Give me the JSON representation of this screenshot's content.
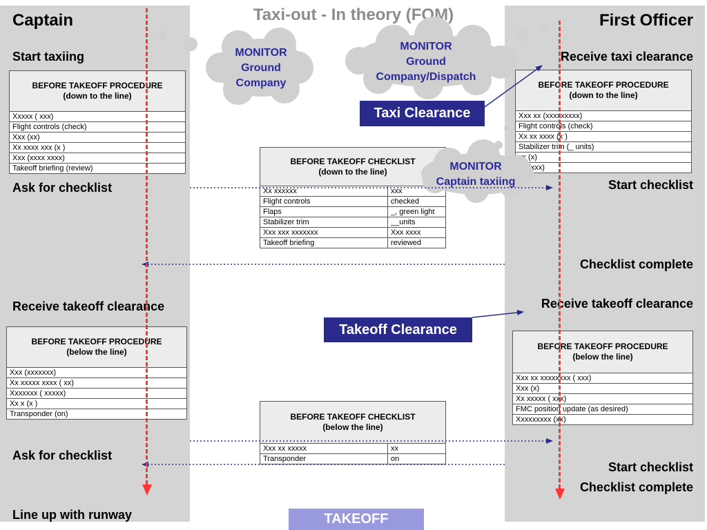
{
  "title": "Taxi-out - In theory (FOM)",
  "colors": {
    "column_bg": "#d4d4d4",
    "red_dash": "#ff3333",
    "blue_box": "#2a2a8c",
    "cloud_text": "#2a2a9c",
    "takeoff_bg": "#9999dd"
  },
  "captain": {
    "header": "Captain",
    "start_taxiing": "Start taxiing",
    "ask_checklist_1": "Ask for checklist",
    "receive_takeoff": "Receive takeoff clearance",
    "ask_checklist_2": "Ask for checklist",
    "line_up": "Line up with runway",
    "proc_above": {
      "title_1": "BEFORE TAKEOFF PROCEDURE",
      "title_2": "(down to the line)",
      "items": [
        "Xxxxx  ( xxx)",
        "Flight controls (check)",
        "Xxx (xx)",
        "Xx xxxx  xxx (x )",
        "Xxx (xxxx  xxxx)",
        "Takeoff briefing (review)"
      ]
    },
    "proc_below": {
      "title_1": "BEFORE TAKEOFF PROCEDURE",
      "title_2": "(below the line)",
      "items": [
        "Xxx (xxxxxxx)",
        "Xx xxxxx  xxxx ( xx)",
        "Xxxxxxx ( xxxxx)",
        "Xx x (x )",
        "Transponder (on)"
      ]
    }
  },
  "first_officer": {
    "header": "First Officer",
    "receive_taxi": "Receive taxi clearance",
    "start_checklist_1": "Start checklist",
    "checklist_complete_1": "Checklist complete",
    "receive_takeoff": "Receive takeoff clearance",
    "start_checklist_2": "Start checklist",
    "checklist_complete_2": "Checklist complete",
    "proc_above": {
      "title_1": "BEFORE TAKEOFF PROCEDURE",
      "title_2": "(down to the line)",
      "items": [
        "Xxx xx (xxxxxxxxx)",
        "Flight controls (check)",
        "Xx xx xxxx (x )",
        "Stabilizer trim (_ units)",
        "xx (x)",
        "xx (xxx)"
      ]
    },
    "proc_below": {
      "title_1": "BEFORE TAKEOFF PROCEDURE",
      "title_2": "(below the line)",
      "items": [
        "Xxx xx xxxxxxxx (  xxx)",
        "Xxx (x)",
        "Xx xxxxx ( xxx)",
        "FMC position update (as desired)",
        "Xxxxxxxxx (xx)"
      ]
    }
  },
  "clouds": {
    "ground": {
      "l1": "MONITOR",
      "l2": "Ground",
      "l3": "Company"
    },
    "dispatch": {
      "l1": "MONITOR",
      "l2": "Ground",
      "l3": "Company/Dispatch"
    },
    "captain_taxi": {
      "l1": "MONITOR",
      "l2": "Captain taxiing"
    }
  },
  "taxi_clearance": "Taxi Clearance",
  "takeoff_clearance": "Takeoff Clearance",
  "takeoff": "TAKEOFF",
  "checklist_above": {
    "title_1": "BEFORE TAKEOFF CHECKLIST",
    "title_2": "(down to the line)",
    "rows": [
      {
        "item": "Xx xxxxxx",
        "value": "xxx"
      },
      {
        "item": "Flight controls",
        "value": "checked"
      },
      {
        "item": "Flaps",
        "value": "_, green light"
      },
      {
        "item": "Stabilizer trim",
        "value": "__units"
      },
      {
        "item": "Xxx xxx  xxxxxxx",
        "value": "Xxx xxxx"
      },
      {
        "item": "Takeoff briefing",
        "value": "reviewed"
      }
    ]
  },
  "checklist_below": {
    "title_1": "BEFORE TAKEOFF CHECKLIST",
    "title_2": "(below the line)",
    "rows": [
      {
        "item": "Xxx xx xxxxx",
        "value": "xx"
      },
      {
        "item": "Transponder",
        "value": "on"
      }
    ]
  }
}
